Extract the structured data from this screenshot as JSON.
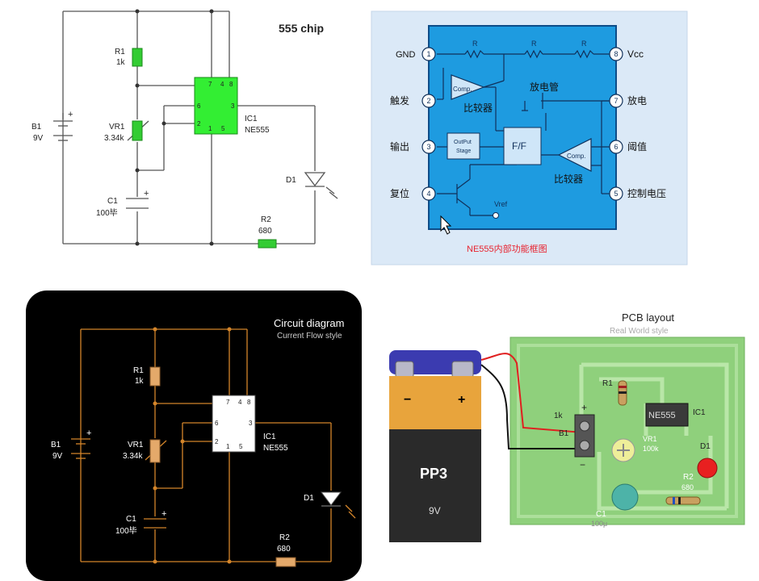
{
  "panel_tl": {
    "title": "555 chip",
    "b1_name": "B1",
    "b1_value": "9V",
    "r1_name": "R1",
    "r1_value": "1k",
    "vr1_name": "VR1",
    "vr1_value": "3.34k",
    "c1_name": "C1",
    "c1_value": "100毕",
    "ic_name": "IC1",
    "ic_value": "NE555",
    "d1_name": "D1",
    "r2_name": "R2",
    "r2_value": "680",
    "pins": [
      "7",
      "4",
      "8",
      "6",
      "3",
      "2",
      "1",
      "5"
    ],
    "colors": {
      "component": "#33cc33",
      "wire": "#555555"
    }
  },
  "panel_tr": {
    "pin_names": {
      "gnd": "GND",
      "trigger": "触发",
      "output": "输出",
      "reset": "复位",
      "vcc": "Vcc",
      "discharge": "放电",
      "threshold": "阈值",
      "control": "控制电压"
    },
    "pin_numbers": [
      "1",
      "2",
      "3",
      "4",
      "8",
      "7",
      "6",
      "5"
    ],
    "resistor_label": "R",
    "comp_label": "Comp.",
    "comparator_label": "比较器",
    "output_stage": [
      "OutPut",
      "Stage"
    ],
    "ff_label": "F/F",
    "discharge_tube": "放电管",
    "vref": "Vref",
    "caption": "NE555内部功能框图",
    "colors": {
      "chip": "#1e9be0",
      "panel": "#dbe9f7",
      "caption": "#e8222e"
    }
  },
  "panel_bl": {
    "title": "Circuit diagram",
    "subtitle": "Current Flow style",
    "b1_name": "B1",
    "b1_value": "9V",
    "r1_name": "R1",
    "r1_value": "1k",
    "vr1_name": "VR1",
    "vr1_value": "3.34k",
    "c1_name": "C1",
    "c1_value": "100毕",
    "ic_name": "IC1",
    "ic_value": "NE555",
    "d1_name": "D1",
    "r2_name": "R2",
    "r2_value": "680",
    "pins": [
      "7",
      "4",
      "8",
      "6",
      "3",
      "2",
      "1",
      "5"
    ],
    "colors": {
      "wire": "#d4852a",
      "component": "#e4a96a"
    }
  },
  "panel_br": {
    "title": "PCB layout",
    "subtitle": "Real World style",
    "battery_label": "PP3",
    "battery_voltage": "9V",
    "minus": "−",
    "plus": "+",
    "r1_label": "R1",
    "r1_value": "1k",
    "b1_label": "B1",
    "vr1_label": "VR1",
    "vr1_value": "100k",
    "chip_label": "NE555",
    "ic_label": "IC1",
    "d1_label": "D1",
    "r2_label": "R2",
    "r2_value": "680",
    "c1_label": "C1",
    "c1_value": "100μ",
    "colors": {
      "board": "#8fd07c",
      "battery_top": "#3b3bb0",
      "battery_body": "#e8a43c"
    }
  }
}
